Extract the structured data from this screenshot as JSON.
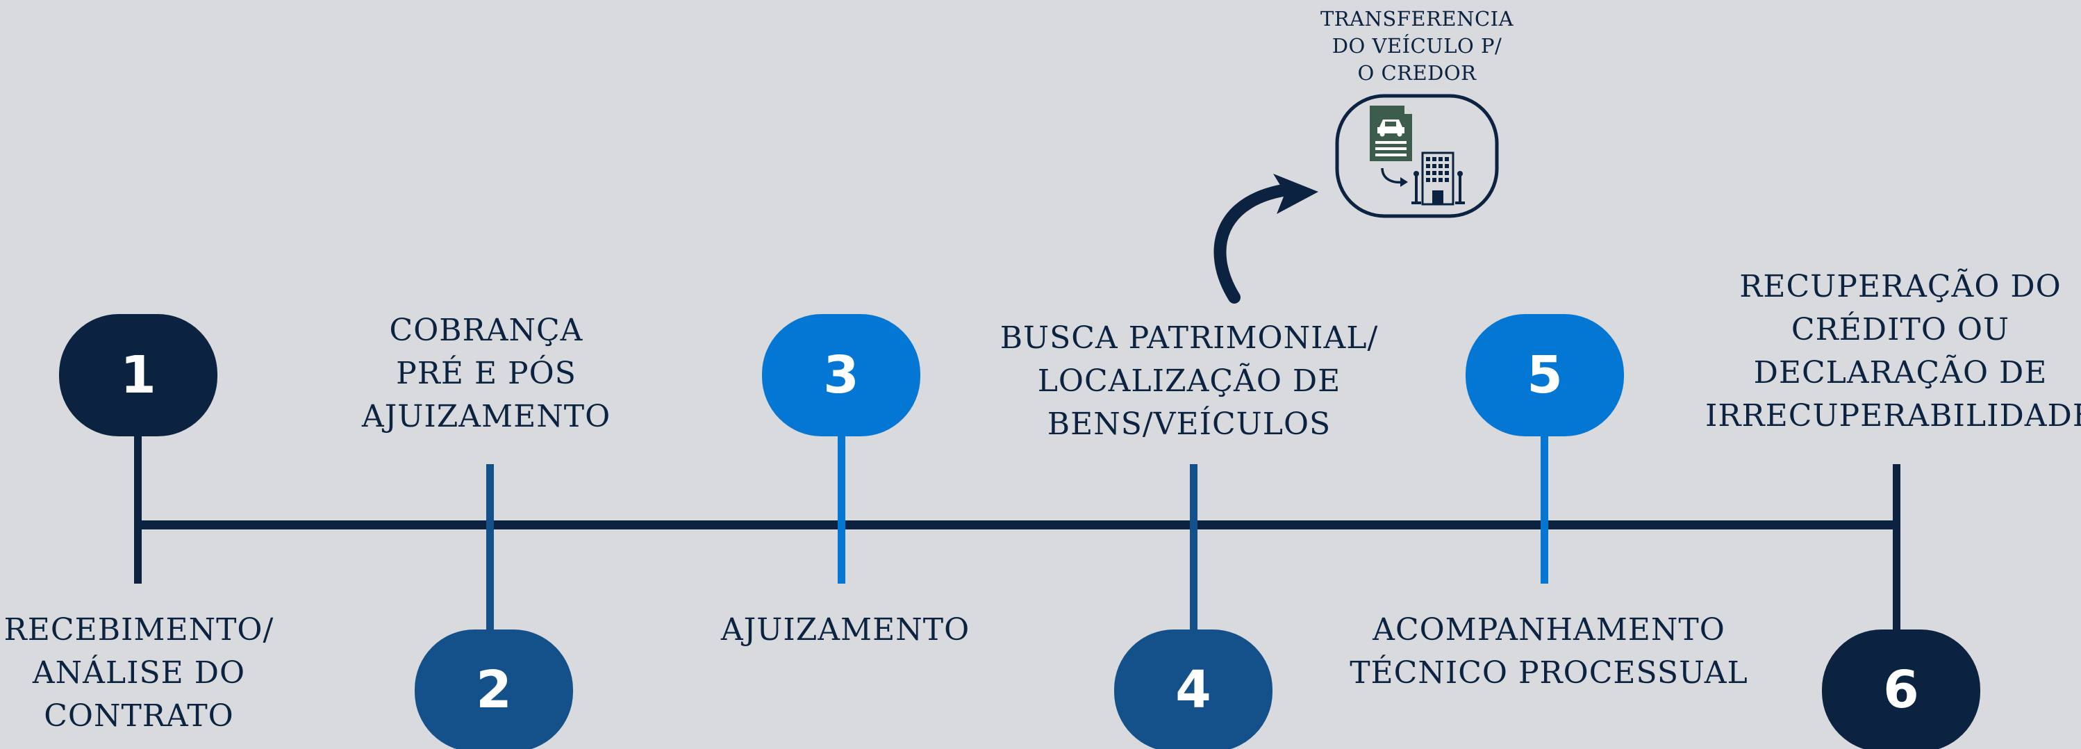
{
  "colors": {
    "background": "#d9dadd",
    "navy": "#0b2341",
    "mid_blue": "#14518a",
    "bright_blue": "#0477d5",
    "text": "#0b2341",
    "doc_green": "#3d5d4c"
  },
  "steps": [
    {
      "number": "1",
      "label": [
        "RECEBIMENTO/",
        "ANÁLISE DO",
        "CONTRATO"
      ],
      "color": "#0b2341"
    },
    {
      "number": "2",
      "label": [
        "COBRANÇA",
        "PRÉ E PÓS",
        "AJUIZAMENTO"
      ],
      "color": "#14518a"
    },
    {
      "number": "3",
      "label": [
        "AJUIZAMENTO"
      ],
      "color": "#0477d5"
    },
    {
      "number": "4",
      "label": [
        "BUSCA PATRIMONIAL/",
        "LOCALIZAÇÃO DE",
        "BENS/VEÍCULOS"
      ],
      "color": "#14518a"
    },
    {
      "number": "5",
      "label": [
        "ACOMPANHAMENTO",
        "TÉCNICO PROCESSUAL"
      ],
      "color": "#0477d5"
    },
    {
      "number": "6",
      "label": [
        "RECUPERAÇÃO DO",
        "CRÉDITO OU",
        "DECLARAÇÃO DE",
        "IRRECUPERABILIDADE"
      ],
      "color": "#0b2341"
    }
  ],
  "callout": {
    "label": [
      "TRANSFERENCIA",
      "DO VEÍCULO P/",
      "O CREDOR"
    ],
    "icon": "vehicle-document-to-building-icon"
  }
}
